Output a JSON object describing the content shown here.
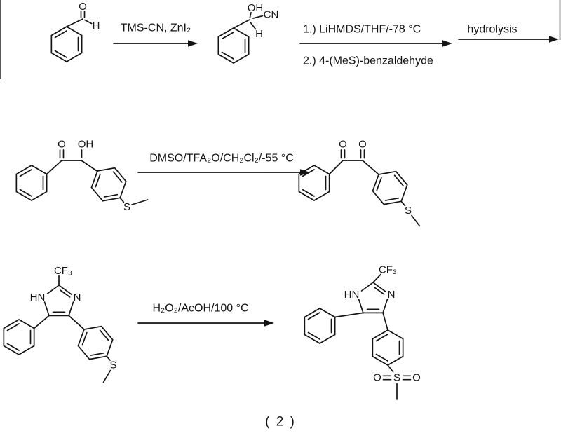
{
  "figure": {
    "caption": "( 2 )"
  },
  "reagents": {
    "step1_above": "TMS-CN, ZnI₂",
    "step2_above": "1.) LiHMDS/THF/-78 °C",
    "step2_below": "2.) 4-(MeS)-benzaldehyde",
    "step3_above": "hydrolysis",
    "step4_above": "DMSO/TFA₂O/CH₂Cl₂/-55 °C",
    "step5_above": "H₂O₂/AcOH/100 °C"
  },
  "atom_labels": {
    "oxygen": "O",
    "hydrogen": "H",
    "hydroxyl": "OH",
    "nitrile": "CN",
    "sulfur": "S",
    "nitrogen": "N",
    "nh": "HN",
    "cf3": "CF₃"
  }
}
